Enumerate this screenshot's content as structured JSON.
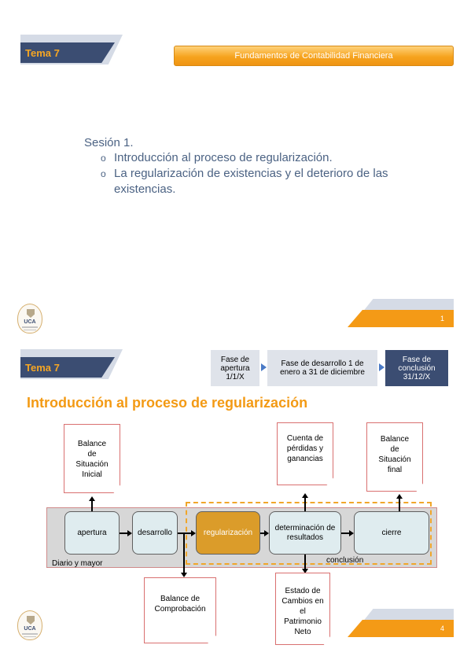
{
  "slide1": {
    "tema": "Tema 7",
    "title": "Fundamentos de Contabilidad Financiera",
    "session": "Sesión 1.",
    "bullets": [
      "Introducción al proceso de regularización.",
      "La regularización de existencias y el deterioro de las existencias."
    ],
    "bullet_glyph": "o",
    "logo_text": "UCA",
    "page_number": "1"
  },
  "slide2": {
    "tema": "Tema 7",
    "phases": [
      {
        "text": "Fase de apertura 1/1/X"
      },
      {
        "text": "Fase de desarrollo 1 de enero a 31 de diciembre"
      },
      {
        "text": "Fase de conclusión 31/12/X"
      }
    ],
    "title": "Introducción al proceso de regularización",
    "nodes": {
      "apertura": "apertura",
      "desarrollo": "desarrollo",
      "regularizacion": "regularización",
      "determinacion": "determinación de resultados",
      "cierre": "cierre"
    },
    "labels": {
      "diario": "Diario y mayor",
      "conclusion": "conclusión"
    },
    "documents": {
      "balance_inicial": "Balance de Situación Inicial",
      "cuenta_pyg": "Cuenta de pérdidas y ganancias",
      "balance_final": "Balance de Situación final",
      "balance_comprobacion": "Balance de Comprobación",
      "estado_cambios": "Estado de Cambios en el Patrimonio Neto"
    },
    "logo_text": "UCA",
    "page_number": "4"
  },
  "colors": {
    "navy": "#3b4d72",
    "orange": "#f49a16",
    "text_blue": "#4b6283",
    "highlight_node": "#db9c2a"
  }
}
